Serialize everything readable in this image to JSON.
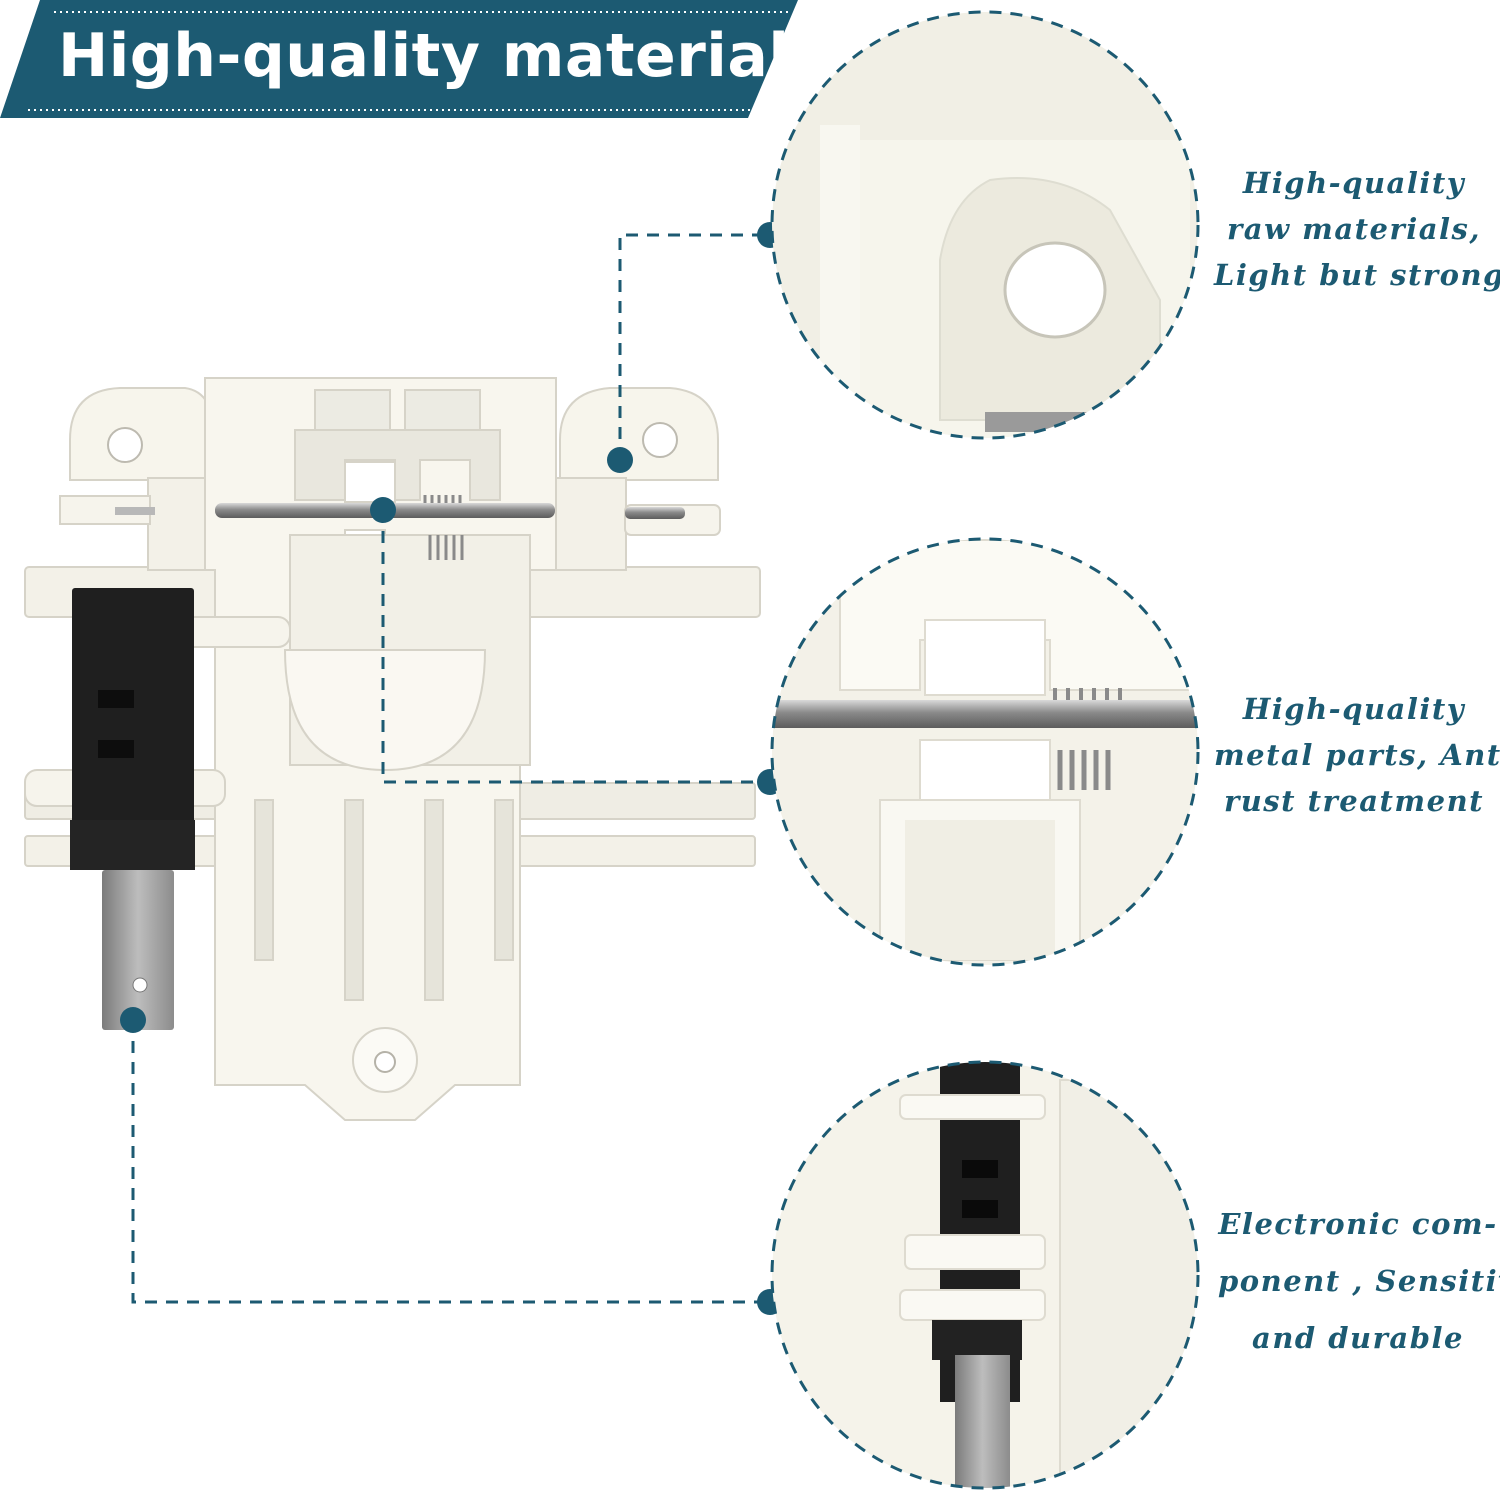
{
  "banner": {
    "title": "High-quality materials",
    "color": "#1c5a72"
  },
  "accent_color": "#1c5a72",
  "callouts": [
    {
      "lines": [
        "High-quality",
        "raw materials,",
        "Light but strong"
      ]
    },
    {
      "lines": [
        "High-quality",
        "metal parts, Anti-",
        "rust treatment"
      ]
    },
    {
      "lines": [
        "Electronic com-",
        "ponent , Sensitive",
        "and durable"
      ]
    }
  ],
  "icons": {
    "product": "door-latch-switch",
    "detail_1": "mounting-hole-closeup",
    "detail_2": "spring-pin-closeup",
    "detail_3": "micro-switch-closeup"
  }
}
